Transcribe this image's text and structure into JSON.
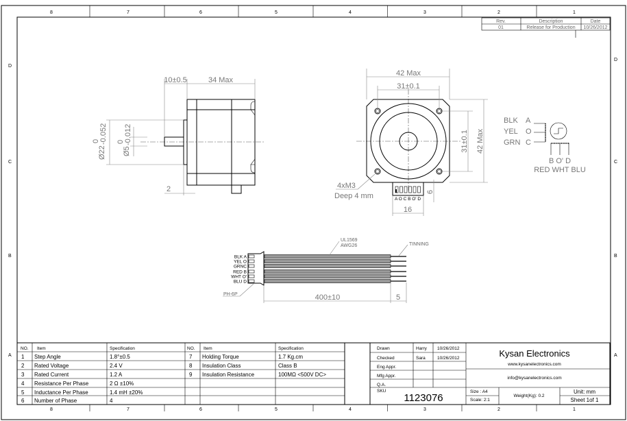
{
  "zones": {
    "cols": [
      "8",
      "7",
      "6",
      "5",
      "4",
      "3",
      "2",
      "1"
    ],
    "rows": [
      "D",
      "C",
      "B",
      "A"
    ]
  },
  "revision": {
    "headers": [
      "Rev.",
      "Description",
      "Date"
    ],
    "row": [
      "01",
      "Release for Production",
      "10/26/2012"
    ]
  },
  "side_view": {
    "shaft_len": "10±0.5",
    "body_len": "34 Max",
    "boss_dia": "Ø22",
    "boss_tol_upper": "0",
    "boss_tol_lower": "-0.052",
    "shaft_dia": "Ø5",
    "shaft_tol_upper": "0",
    "shaft_tol_lower": "-0.012",
    "boss_height": "2"
  },
  "front_view": {
    "width": "42 Max",
    "hole_spacing_h": "31±0.1",
    "hole_spacing_v": "31±0.1",
    "height": "42 Max",
    "holes": "4xM3",
    "hole_depth": "Deep 4 mm",
    "conn_offset": "6",
    "conn_width": "16",
    "pins": "A O C B O' D"
  },
  "schematic": {
    "left": [
      {
        "color": "BLK",
        "pin": "A"
      },
      {
        "color": "YEL",
        "pin": "O"
      },
      {
        "color": "GRN",
        "pin": "C"
      }
    ],
    "bottom_pins": "B  O'  D",
    "bottom_colors": "RED WHT BLU"
  },
  "cable": {
    "wires": [
      "BLK A",
      "YEL O",
      "GRNC",
      "RED B",
      "WHT O'",
      "BLU D"
    ],
    "wire_spec_1": "UL1569",
    "wire_spec_2": "AWG26",
    "tinning": "TINNING",
    "connector": "PH-6P",
    "length": "400±10",
    "strip": "5"
  },
  "spec_table": {
    "headers": [
      "NO.",
      "Item",
      "Specification",
      "NO.",
      "Item",
      "Specification"
    ],
    "left": [
      [
        "1",
        "Step Angle",
        "1.8°±0.5"
      ],
      [
        "2",
        "Rated Voltage",
        "2.4 V"
      ],
      [
        "3",
        "Rated Current",
        "1.2 A"
      ],
      [
        "4",
        "Resistance Per Phase",
        "2 Ω  ±10%"
      ],
      [
        "5",
        "Inductance Per Phase",
        "1.4 mH ±20%"
      ],
      [
        "6",
        "Number of Phase",
        "4"
      ]
    ],
    "right": [
      [
        "7",
        "Holding Torque",
        "1.7 Kg.cm"
      ],
      [
        "8",
        "Insulation Class",
        "Class B"
      ],
      [
        "9",
        "Insulation Resistance",
        "100MΩ <500V DC>"
      ]
    ]
  },
  "title_block": {
    "approvals": [
      [
        "Drawn",
        "Harry",
        "10/26/2012"
      ],
      [
        "Checked",
        "Sara",
        "10/26/2012"
      ],
      [
        "Eng Appr.",
        "",
        ""
      ],
      [
        "Mfg Appr.",
        "",
        ""
      ],
      [
        "Q.A.",
        "",
        ""
      ]
    ],
    "sku_label": "SKU",
    "sku": "1123076",
    "company": "Kysan Electronics",
    "website": "www.kysanelectronics.com",
    "email": "info@kysanelectronics.com",
    "size": "Size : A4",
    "scale": "Scale: 2:1",
    "weight": "Weight(Kg): 0.2",
    "unit": "Unit: mm",
    "sheet": "Sheet 1of 1"
  }
}
